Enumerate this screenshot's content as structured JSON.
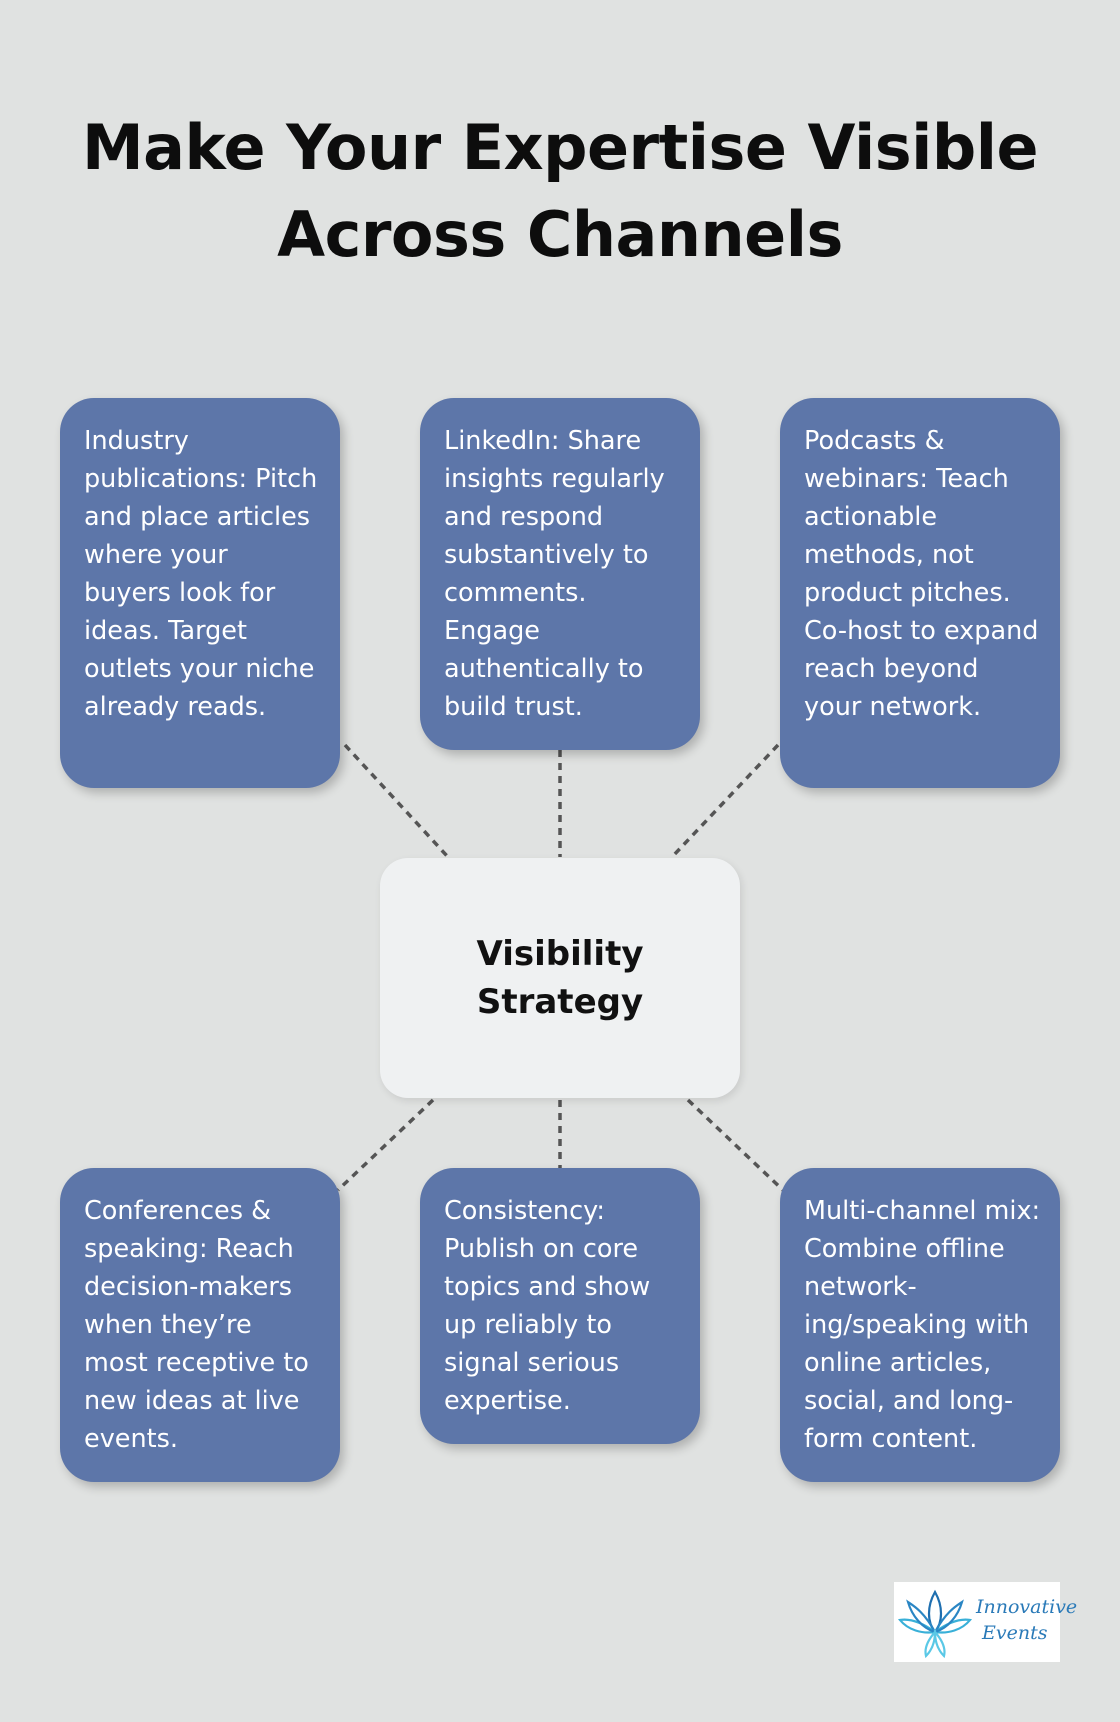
{
  "title": {
    "line1": "Make Your Expertise Visible",
    "line2": "Across Channels"
  },
  "center": {
    "label": "Visibility Strategy"
  },
  "cards": [
    {
      "text": "Industry publications: Pitch and place articles where your buyers look for ideas. Target outlets your niche already reads."
    },
    {
      "text": "LinkedIn: Share insights regularly and respond substantively to comments. Engage authentically to build trust."
    },
    {
      "text": "Podcasts & webinars: Teach actionable methods, not product pitches. Co-host to expand reach beyond your network."
    },
    {
      "text": "Conferences & speaking: Reach decision-makers when they’re most receptive to new ideas at live events."
    },
    {
      "text": "Consistency: Publish on core topics and show up reliably to signal serious expertise."
    },
    {
      "text": "Multi-channel mix: Combine offline network-ing/speaking with online articles, social, and long-form content."
    }
  ],
  "logo": {
    "line1": "Innovative",
    "line2": "Events"
  },
  "colors": {
    "background": "#e0e2e1",
    "card": "#5d76a9",
    "center": "#eff1f2",
    "connector": "#555555"
  }
}
